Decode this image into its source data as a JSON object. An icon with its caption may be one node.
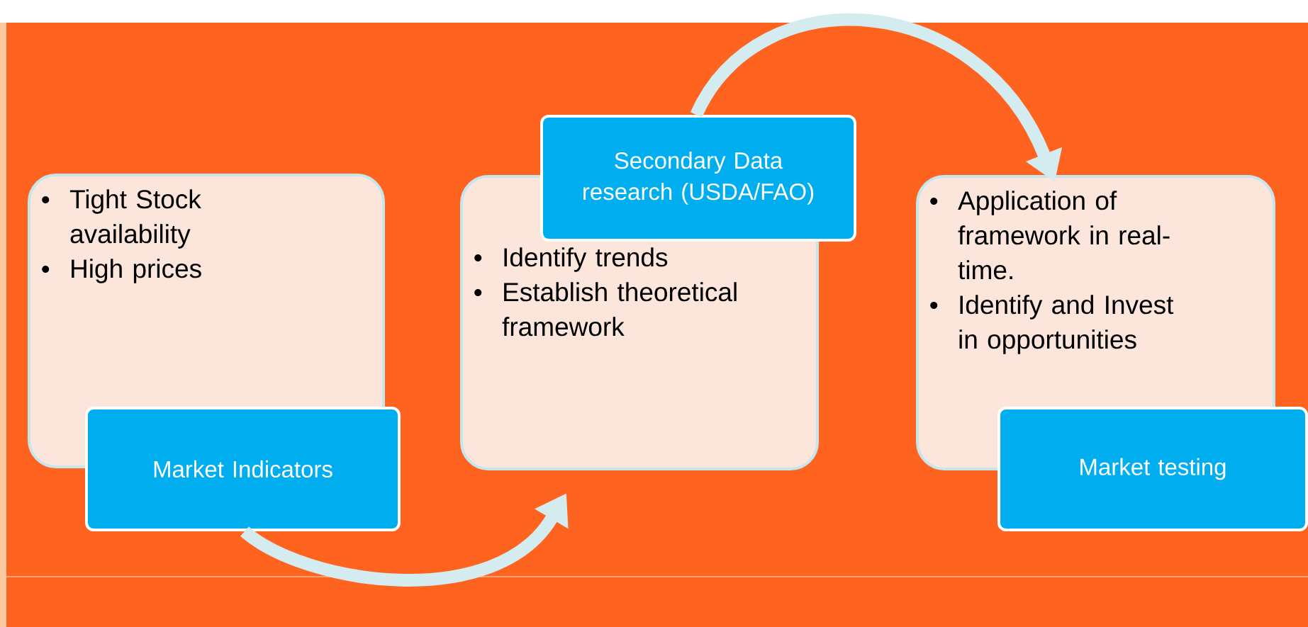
{
  "diagram": {
    "nodes": [
      {
        "text": [
          "Tight Stock availability",
          "High prices"
        ]
      },
      {
        "text": [
          "Market Indicators"
        ]
      },
      {
        "text": [
          "Identify trends",
          "Establish theoretical framework"
        ]
      },
      {
        "text": [
          "Secondary Data research (USDA/FAO)"
        ]
      },
      {
        "text": [
          "Application of framework in real-time.",
          "Identify and Invest in opportunities"
        ]
      },
      {
        "text": [
          "Market testing"
        ]
      }
    ],
    "edges": [
      {
        "from": 1,
        "to": 2,
        "arrow": "to"
      },
      {
        "from": 3,
        "to": 4,
        "arrow": "to"
      }
    ]
  }
}
